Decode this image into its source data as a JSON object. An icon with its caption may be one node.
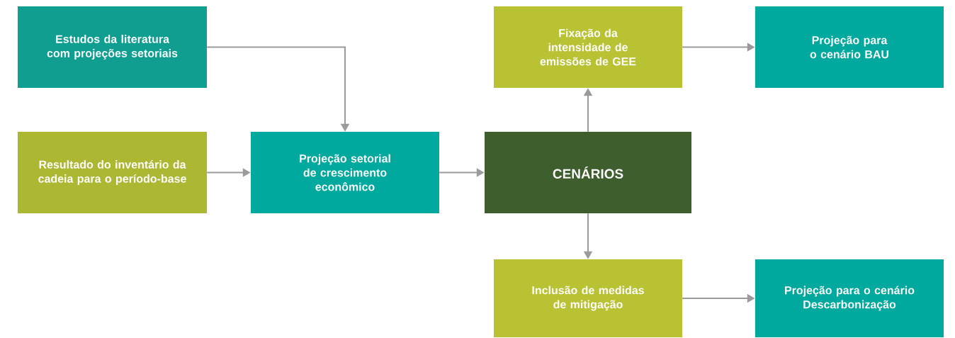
{
  "diagram": {
    "nodes": [
      {
        "text": [
          "Estudos da literatura com projeções setoriais"
        ]
      },
      {
        "text": [
          "Resultado do inventário da cadeia para o período-base"
        ]
      },
      {
        "text": [
          "Projeção setorial de crescimento econômico"
        ]
      },
      {
        "text": [
          "CENÁRIOS"
        ]
      },
      {
        "text": [
          "Fixação da intensidade de emissões de GEE"
        ]
      },
      {
        "text": [
          "Projeção para o cenário BAU"
        ]
      },
      {
        "text": [
          "Inclusão de medidas de mitigação"
        ]
      },
      {
        "text": [
          "Projeção para o cenário Descarbonização"
        ]
      }
    ],
    "edges": [
      {
        "from": 0,
        "to": 2,
        "arrow": "to"
      },
      {
        "from": 1,
        "to": 2,
        "arrow": "to"
      },
      {
        "from": 2,
        "to": 3,
        "arrow": "to"
      },
      {
        "from": 3,
        "to": 4,
        "arrow": "to"
      },
      {
        "from": 3,
        "to": 6,
        "arrow": "to"
      },
      {
        "from": 4,
        "to": 5,
        "arrow": "to"
      },
      {
        "from": 6,
        "to": 7,
        "arrow": "to"
      }
    ]
  }
}
